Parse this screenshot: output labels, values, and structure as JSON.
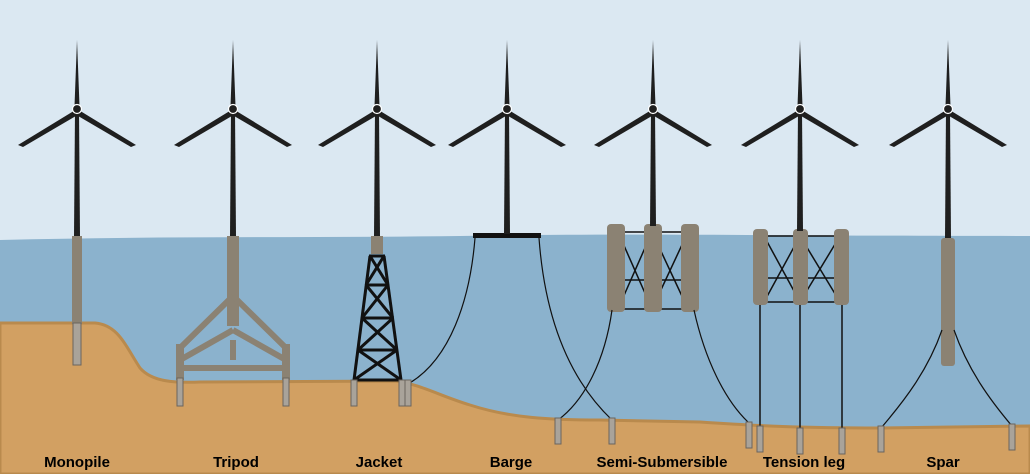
{
  "colors": {
    "sky": "#dbe8f2",
    "water": "#8bb2cd",
    "seabed": "#d2a062",
    "seabed_edge": "#b98a4d",
    "tower": "#1f1f1f",
    "foundation": "#8b8273",
    "pile": "#a9a39a"
  },
  "turbines": [
    {
      "label": "Monopile",
      "icon": "monopile-foundation"
    },
    {
      "label": "Tripod",
      "icon": "tripod-foundation"
    },
    {
      "label": "Jacket",
      "icon": "jacket-foundation"
    },
    {
      "label": "Barge",
      "icon": "floating-barge-foundation"
    },
    {
      "label": "Semi-Submersible",
      "icon": "semi-submersible-foundation"
    },
    {
      "label": "Tension leg",
      "icon": "tension-leg-platform"
    },
    {
      "label": "Spar",
      "icon": "spar-buoy-foundation"
    }
  ]
}
